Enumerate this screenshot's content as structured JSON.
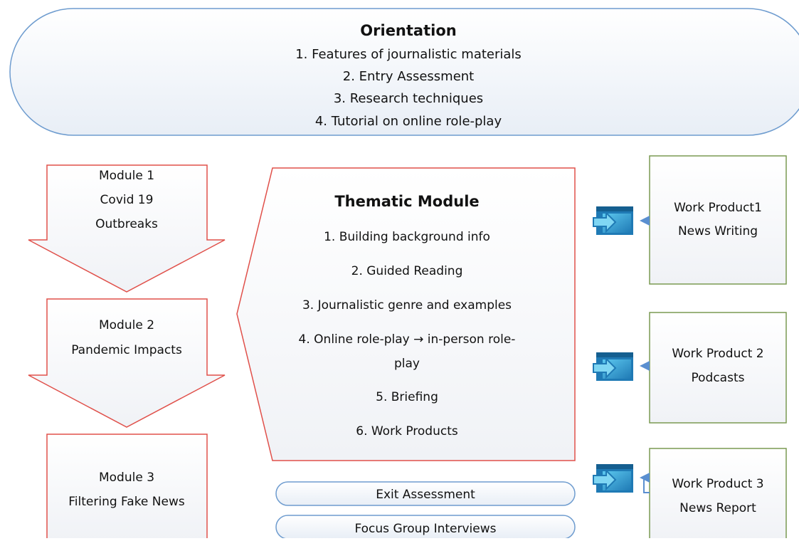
{
  "orientation": {
    "title": "Orientation",
    "items": [
      "1. Features of journalistic materials",
      "2. Entry Assessment",
      "3. Research techniques",
      "4. Tutorial on online role-play"
    ]
  },
  "modules": [
    {
      "lines": [
        "Module 1",
        "Covid 19",
        "Outbreaks"
      ]
    },
    {
      "lines": [
        "Module 2",
        "Pandemic Impacts"
      ]
    },
    {
      "lines": [
        "Module 3",
        "Filtering Fake News"
      ]
    }
  ],
  "thematic": {
    "title": "Thematic Module",
    "items": [
      "1. Building background info",
      "2. Guided Reading",
      "3. Journalistic genre and examples",
      "4. Online role-play → in-person role-",
      "play",
      "5. Briefing",
      "6. Work Products"
    ]
  },
  "assessments": [
    "Exit Assessment",
    "Focus Group Interviews"
  ],
  "work_products": [
    {
      "lines": [
        "Work Product1",
        "News Writing"
      ]
    },
    {
      "lines": [
        "Work Product 2",
        "Podcasts"
      ]
    },
    {
      "lines": [
        "Work Product 3",
        "News Report"
      ]
    }
  ],
  "icons": [
    "module-export-icon",
    "module-export-icon",
    "module-export-icon"
  ],
  "colors": {
    "red": "#e0504a",
    "green": "#7a9a52",
    "blue": "#6e9ccf",
    "icon_blue": "#1f7ab5",
    "icon_cyan": "#35b5e6"
  }
}
